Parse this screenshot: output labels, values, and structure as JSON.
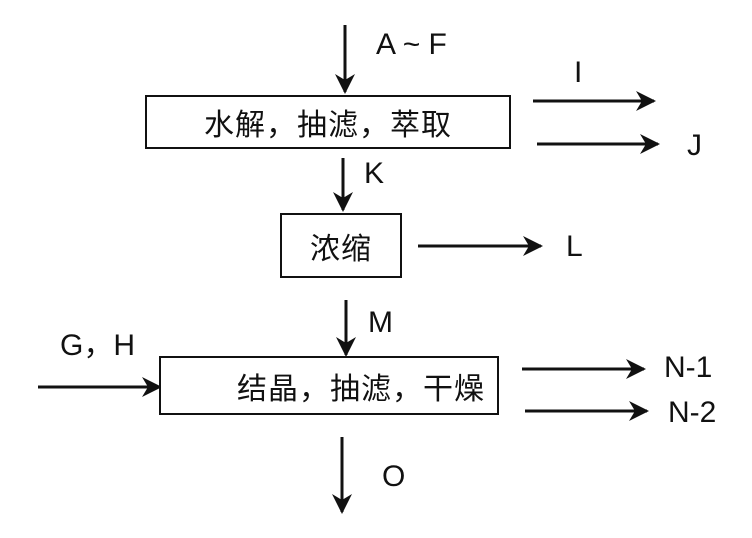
{
  "diagram": {
    "type": "process-flowchart",
    "steps": [
      {
        "id": "step1",
        "text": "水解，抽滤，萃取"
      },
      {
        "id": "step2",
        "text": "浓缩"
      },
      {
        "id": "step3",
        "text": "结晶，抽滤，干燥"
      }
    ],
    "inputs": {
      "step1": "A ~ F",
      "step2": "K",
      "step3_top": "M",
      "step3_left": "G，H"
    },
    "outputs": {
      "step1_out1": "I",
      "step1_out2": "J",
      "step2_out": "L",
      "step3_out1": "N-1",
      "step3_out2": "N-2",
      "step3_bottom": "O"
    },
    "edges": [
      {
        "from": "A~F",
        "to": "step1"
      },
      {
        "from": "step1",
        "to": "I"
      },
      {
        "from": "step1",
        "to": "J"
      },
      {
        "from": "step1",
        "to": "step2",
        "label": "K"
      },
      {
        "from": "step2",
        "to": "L"
      },
      {
        "from": "step2",
        "to": "step3",
        "label": "M"
      },
      {
        "from": "G，H",
        "to": "step3"
      },
      {
        "from": "step3",
        "to": "N-1"
      },
      {
        "from": "step3",
        "to": "N-2"
      },
      {
        "from": "step3",
        "to": "O"
      }
    ]
  }
}
